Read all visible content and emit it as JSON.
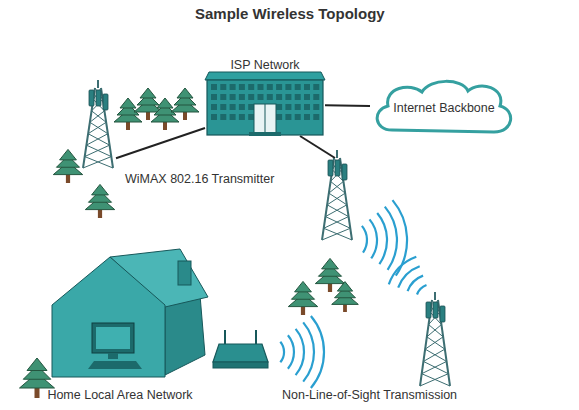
{
  "diagram": {
    "title": "Sample Wireless Topology",
    "nodes": [
      {
        "text": [
          "ISP Network"
        ]
      },
      {
        "text": [
          "Internet Backbone"
        ]
      },
      {
        "text": [
          "WiMAX 802.16 Transmitter"
        ]
      },
      {
        "text": [
          "Home Local Area Network"
        ]
      }
    ],
    "edges": [
      {
        "from": 0,
        "to": 1,
        "arrow": "none"
      },
      {
        "from": 0,
        "to": 2,
        "arrow": "none"
      }
    ],
    "labels": [
      "Non-Line-of-Sight Transmission"
    ]
  }
}
